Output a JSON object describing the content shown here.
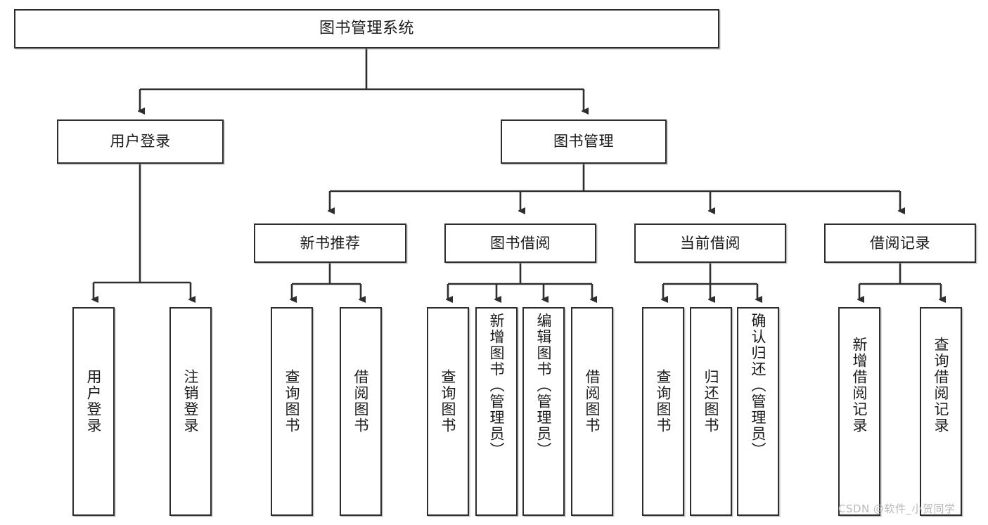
{
  "diagram": {
    "title": "图书管理系统",
    "type": "tree-hierarchy",
    "watermark": "CSDN @软件_小贺同学",
    "colors": {
      "stroke": "#2e2e2e",
      "fill": "#ffffff",
      "text": "#1b1b1b",
      "watermark": "#b9b9b9"
    },
    "nodes": {
      "root": {
        "label": "图书管理系统"
      },
      "level2": [
        {
          "id": "user-login",
          "label": "用户登录"
        },
        {
          "id": "book-manage",
          "label": "图书管理"
        }
      ],
      "level3": [
        {
          "id": "new-book-recommend",
          "label": "新书推荐"
        },
        {
          "id": "book-borrow",
          "label": "图书借阅"
        },
        {
          "id": "current-borrow",
          "label": "当前借阅"
        },
        {
          "id": "borrow-record",
          "label": "借阅记录"
        }
      ],
      "leaves": {
        "user_login": [
          {
            "id": "leaf-user-login",
            "label": "用户登录"
          },
          {
            "id": "leaf-logout-login",
            "label": "注销登录"
          }
        ],
        "new_book_recommend": [
          {
            "id": "leaf-query-book-1",
            "label": "查询图书"
          },
          {
            "id": "leaf-borrow-book-1",
            "label": "借阅图书"
          }
        ],
        "book_borrow": [
          {
            "id": "leaf-query-book-2",
            "label": "查询图书"
          },
          {
            "id": "leaf-add-book-admin",
            "label": "新增图书（管理员）"
          },
          {
            "id": "leaf-edit-book-admin",
            "label": "编辑图书（管理员）"
          },
          {
            "id": "leaf-borrow-book-2",
            "label": "借阅图书"
          }
        ],
        "current_borrow": [
          {
            "id": "leaf-query-book-3",
            "label": "查询图书"
          },
          {
            "id": "leaf-return-book",
            "label": "归还图书"
          },
          {
            "id": "leaf-confirm-return-admin",
            "label": "确认归还（管理员）"
          }
        ],
        "borrow_record": [
          {
            "id": "leaf-add-borrow-record",
            "label": "新增借阅记录"
          },
          {
            "id": "leaf-query-borrow-record",
            "label": "查询借阅记录"
          }
        ]
      }
    }
  }
}
